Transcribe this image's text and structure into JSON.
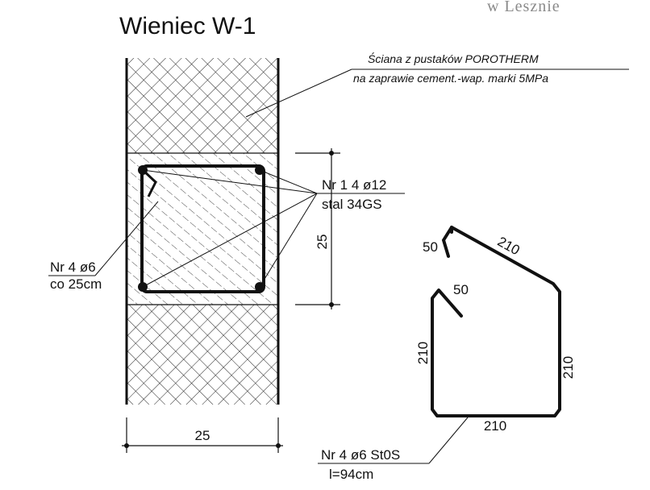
{
  "title": "Wieniec W-1",
  "stamp": "w Lesznie",
  "wall_note": {
    "line1": "Ściana z pustaków POROTHERM",
    "line2": "na zaprawie cement.-wap. marki 5MPa"
  },
  "rebar_main": {
    "line1": "Nr 1  4 ø12",
    "line2": "stal  34GS"
  },
  "stirrup_spacing": {
    "line1": "Nr 4  ø6",
    "line2": "co 25cm"
  },
  "section_dims": {
    "height": "25",
    "width": "25"
  },
  "stirrup_shape": {
    "hook_top": "50",
    "hook_inner": "50",
    "slant_side": "210",
    "left_side": "210",
    "right_side": "210",
    "bottom_side": "210"
  },
  "stirrup_spec": {
    "line1": "Nr 4  ø6  St0S",
    "line2": "l=94cm"
  }
}
